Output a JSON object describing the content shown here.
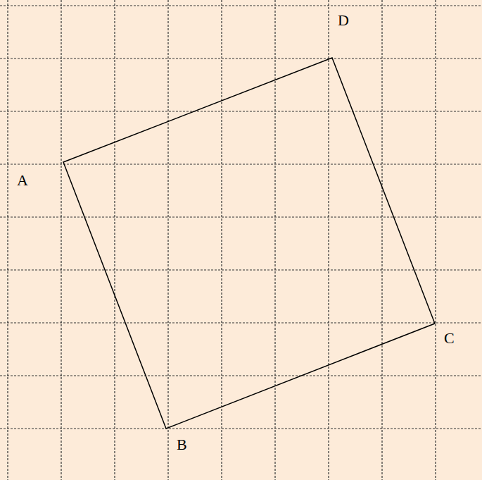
{
  "diagram": {
    "labels": [
      "D",
      "A",
      "C",
      "B"
    ]
  }
}
